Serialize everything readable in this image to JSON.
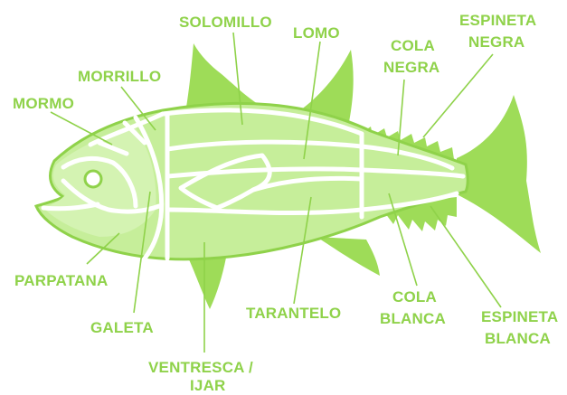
{
  "labels": {
    "solomillo": "SOLOMILLO",
    "lomo": "LOMO",
    "espineta_negra_1": "ESPINETA",
    "espineta_negra_2": "NEGRA",
    "cola_negra_1": "COLA",
    "cola_negra_2": "NEGRA",
    "morrillo": "MORRILLO",
    "mormo": "MORMO",
    "parpatana": "PARPATANA",
    "galeta": "GALETA",
    "tarantelo": "TARANTELO",
    "cola_blanca_1": "COLA",
    "cola_blanca_2": "BLANCA",
    "espineta_blanca_1": "ESPINETA",
    "espineta_blanca_2": "BLANCA",
    "ventresca_1": "VENTRESCA /",
    "ventresca_2": "IJAR"
  },
  "colors": {
    "label": "#8fd24a",
    "fin": "#9edc58",
    "body_fill": "#c6ee9a",
    "outline": "#8fd24a",
    "cut_lines": "#ffffff"
  }
}
